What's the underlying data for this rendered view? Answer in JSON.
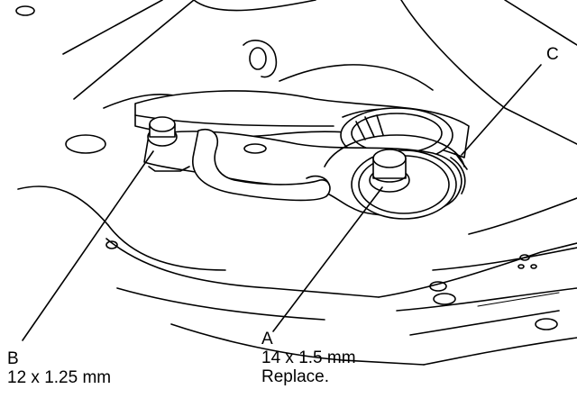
{
  "callouts": {
    "a": {
      "letter": "A",
      "size": "14 x 1.5 mm",
      "note": "Replace."
    },
    "b": {
      "letter": "B",
      "size": "12 x 1.25 mm"
    },
    "c": {
      "letter": "C"
    }
  },
  "colors": {
    "line": "#000000",
    "background": "#ffffff"
  }
}
